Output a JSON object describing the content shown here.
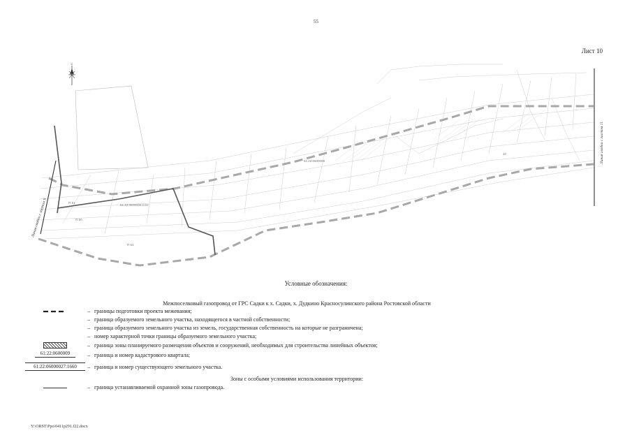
{
  "page_number": "55",
  "sheet_label": "Лист 10",
  "map": {
    "left_match_line": "Линия сводки с листом 9",
    "right_match_line": "Линия сводки с листом 11",
    "north_top": "С",
    "north_bottom": "Ю",
    "parcel_labels": [
      "61:22:0600009:4:ЗУ",
      "61:22:0600009",
      "ЗУ",
      "П 51",
      "П 50",
      "П 61"
    ],
    "colors": {
      "boundary": "#a8a8a8",
      "cadastral": "#555555",
      "parcel_lines": "#c8c8c8"
    }
  },
  "legend": {
    "title": "Условные обозначения:",
    "heading": "Межпоселковый газопровод от ГРС Садки к х. Садки, х. Дудкино Красносулинского района Ростовской области",
    "rows": [
      "границы подготовки проекта межевания;",
      "граница образуемого земельного участка, находящегося в частной собственности;",
      "граница образуемого земельного участка из земель, государственная собственность на которые не разграничена;",
      "номер характерной точки границы образуемого земельного участка;",
      "граница зоны планируемого размещения объектов и сооружений, необходимых для строительства линейных объектов;",
      "граница и номер кадастрового квартала;",
      "граница и номер существующего земельного участка."
    ],
    "kvartal_symbol": "61:22:0600009",
    "parcel_symbol": "61:22:06000027:1660",
    "zones_heading": "Зоны с особыми условиями использования территории:",
    "zone_row": "граница устанавливаемой охранной зоны газопровода.",
    "dash_char": "–"
  },
  "footer_path": "Y:\\ORST\\Ppo\\0411p291.f22.docx"
}
